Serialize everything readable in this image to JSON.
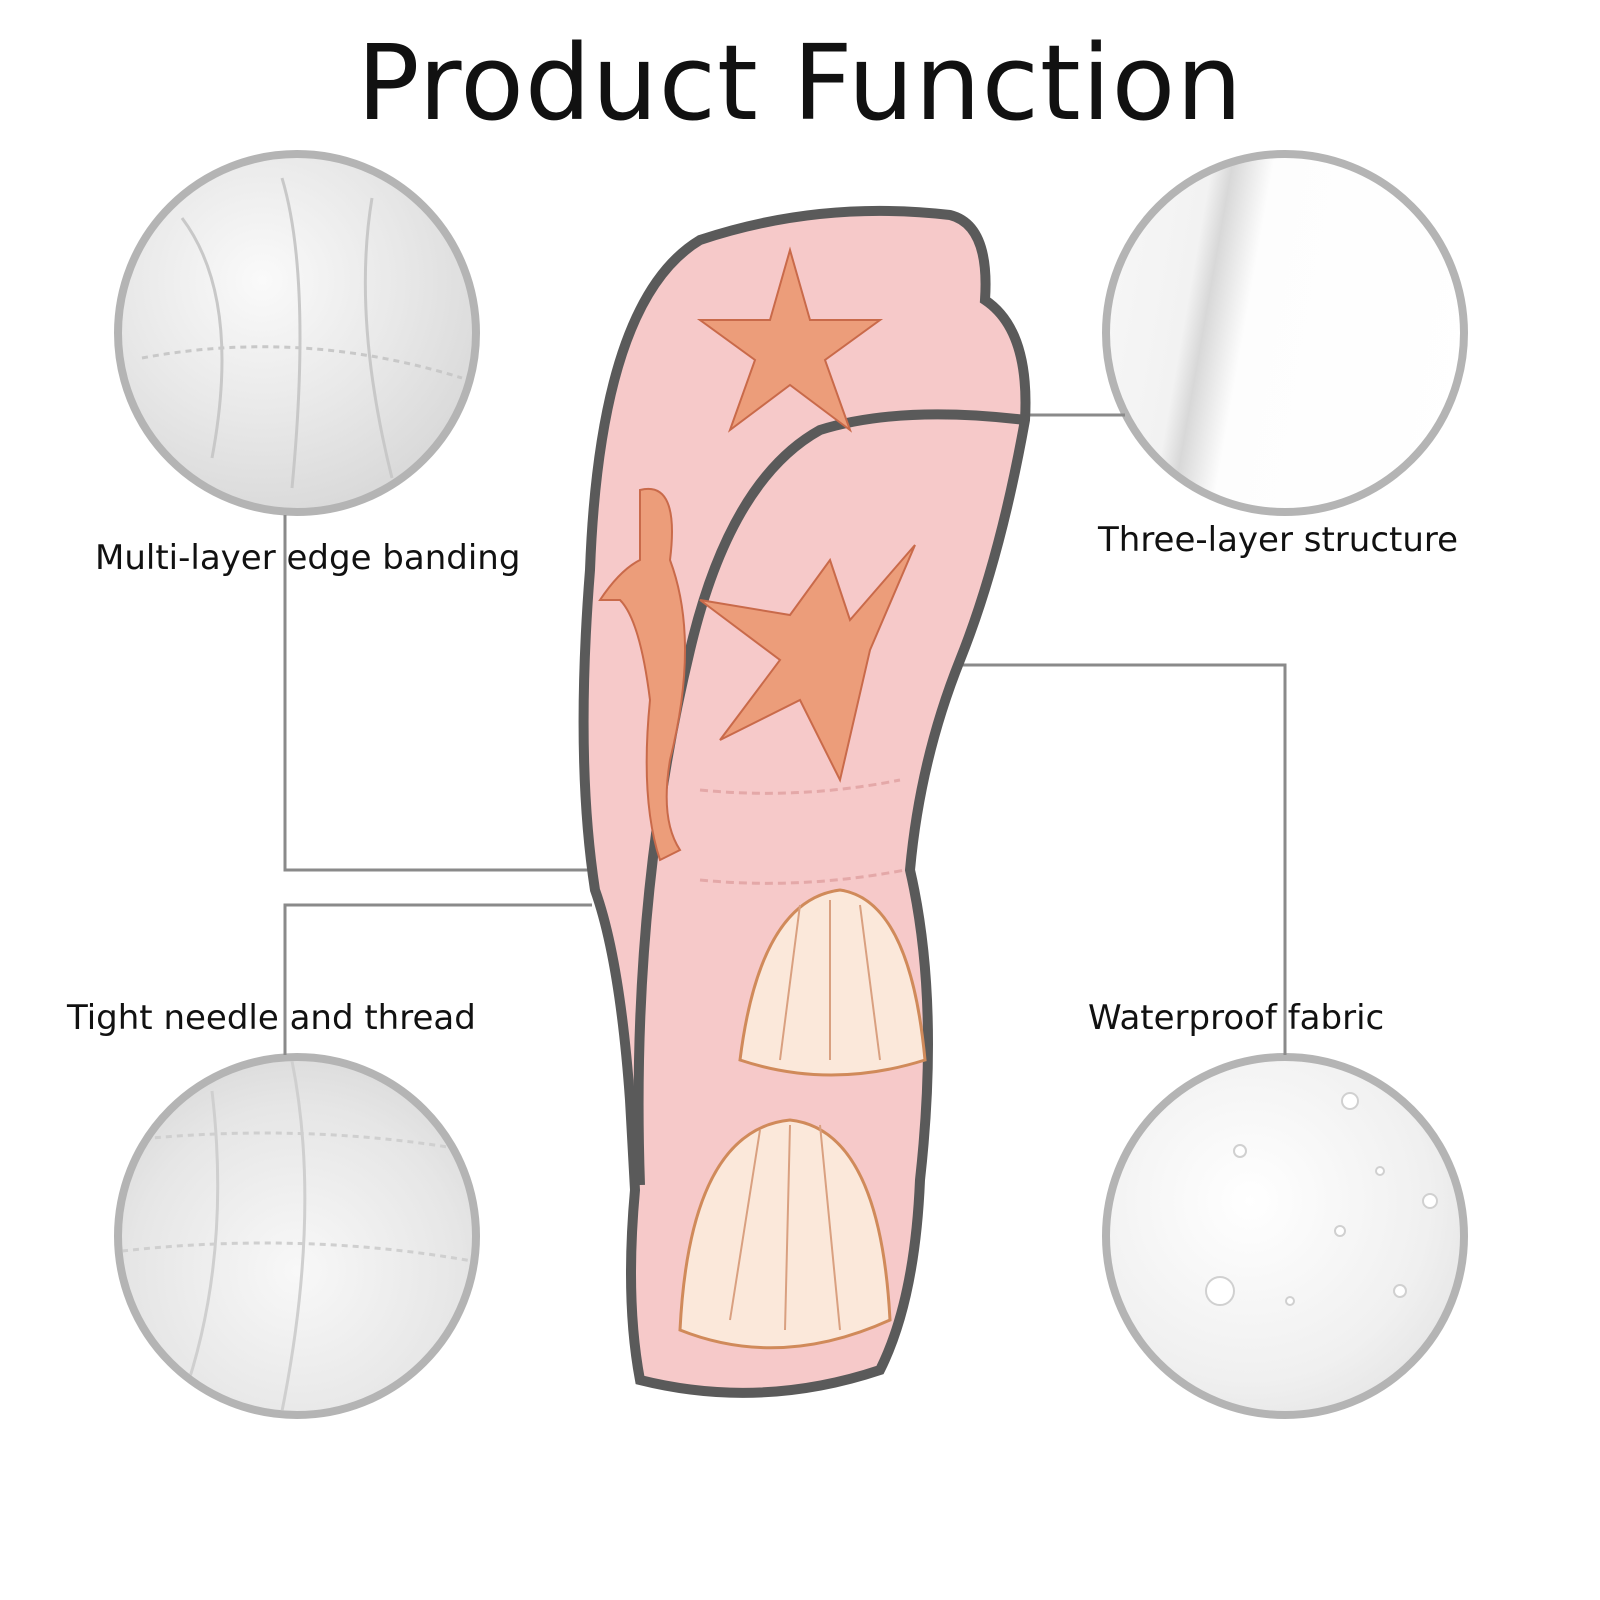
{
  "title": "Product Function",
  "features": [
    {
      "label": "Multi-layer edge banding"
    },
    {
      "label": "Three-layer structure"
    },
    {
      "label": "Tight needle and thread"
    },
    {
      "label": "Waterproof fabric"
    }
  ],
  "colors": {
    "cover_pink": "#f6c9c9",
    "trim": "#5a5a5a",
    "circle_border": "#b4b4b4",
    "line": "#8a8a8a"
  }
}
